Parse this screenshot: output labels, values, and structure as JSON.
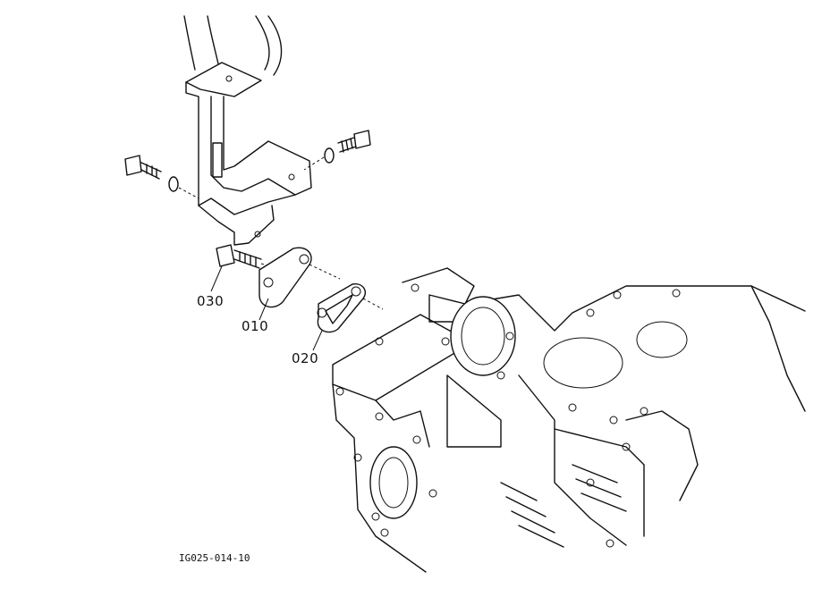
{
  "callouts": {
    "part_030": "030",
    "part_010": "010",
    "part_020": "020"
  },
  "figure_code": "IG025-014-10",
  "colors": {
    "line": "#111111",
    "background": "#ffffff"
  }
}
